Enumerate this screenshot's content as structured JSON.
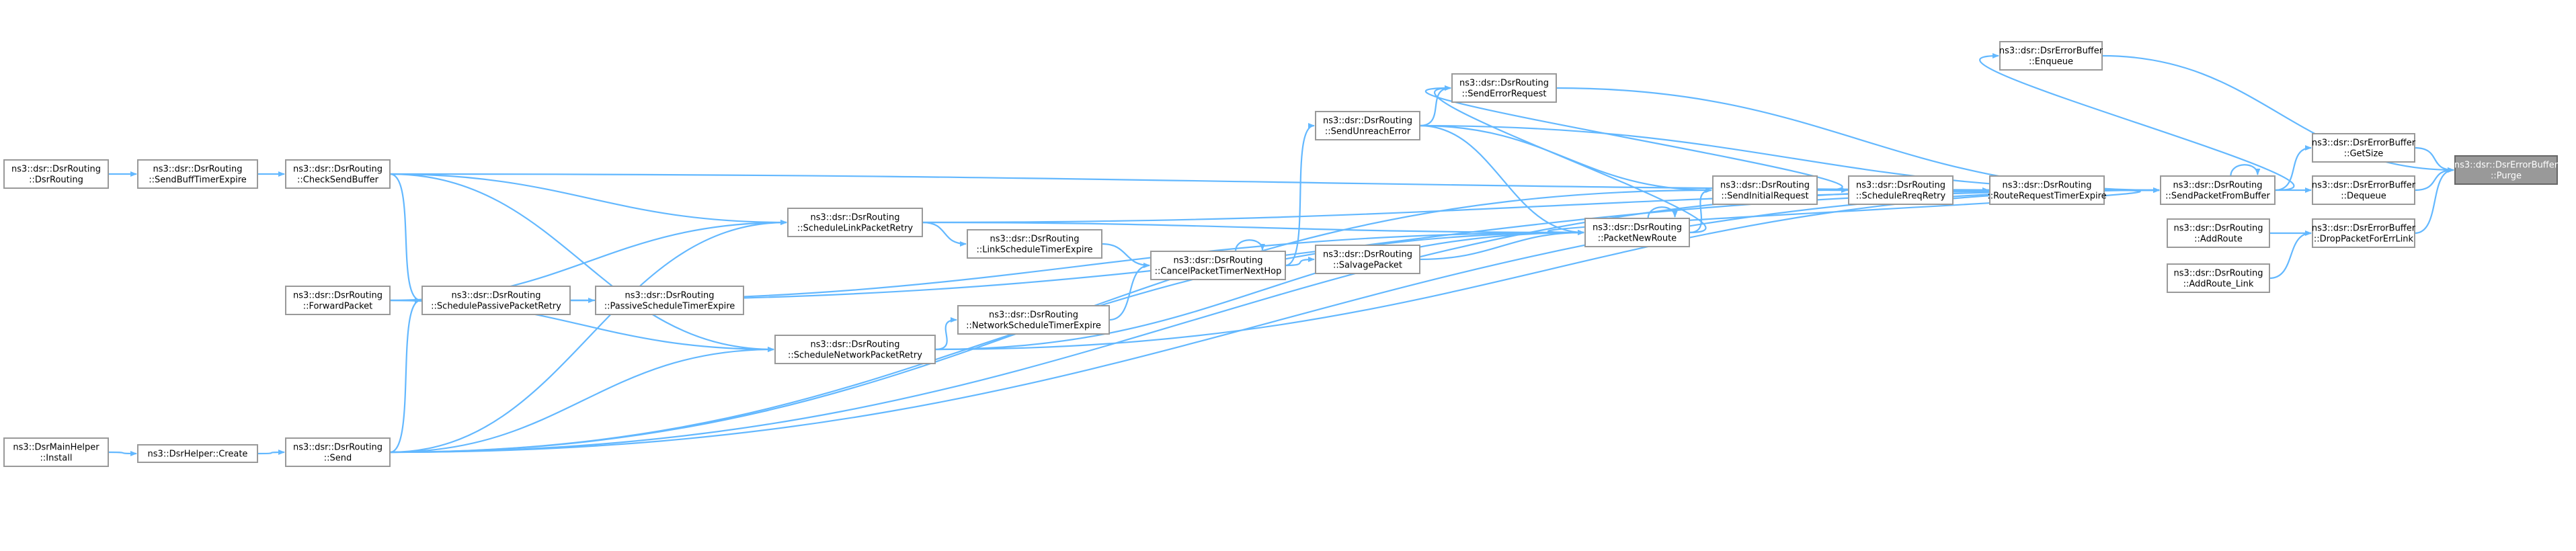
{
  "graph": {
    "nodes": [
      {
        "id": "purge",
        "lines": [
          "ns3::dsr::DsrErrorBuffer",
          "::Purge"
        ],
        "root": true
      },
      {
        "id": "enqueue",
        "lines": [
          "ns3::dsr::DsrErrorBuffer",
          "::Enqueue"
        ]
      },
      {
        "id": "getsize",
        "lines": [
          "ns3::dsr::DsrErrorBuffer",
          "::GetSize"
        ]
      },
      {
        "id": "dequeue",
        "lines": [
          "ns3::dsr::DsrErrorBuffer",
          "::Dequeue"
        ]
      },
      {
        "id": "dropforerr",
        "lines": [
          "ns3::dsr::DsrErrorBuffer",
          "::DropPacketForErrLink"
        ]
      },
      {
        "id": "addroute",
        "lines": [
          "ns3::dsr::DsrRouting",
          "::AddRoute"
        ]
      },
      {
        "id": "addroutelink",
        "lines": [
          "ns3::dsr::DsrRouting",
          "::AddRoute_Link"
        ]
      },
      {
        "id": "sendpktfrombuf",
        "lines": [
          "ns3::dsr::DsrRouting",
          "::SendPacketFromBuffer"
        ]
      },
      {
        "id": "routereqtimer",
        "lines": [
          "ns3::dsr::DsrRouting",
          "::RouteRequestTimerExpire"
        ]
      },
      {
        "id": "schedreqretry",
        "lines": [
          "ns3::dsr::DsrRouting",
          "::ScheduleRreqRetry"
        ]
      },
      {
        "id": "sendinitreq",
        "lines": [
          "ns3::dsr::DsrRouting",
          "::SendInitialRequest"
        ]
      },
      {
        "id": "packetnewroute",
        "lines": [
          "ns3::dsr::DsrRouting",
          "::PacketNewRoute"
        ]
      },
      {
        "id": "senderrreq",
        "lines": [
          "ns3::dsr::DsrRouting",
          "::SendErrorRequest"
        ]
      },
      {
        "id": "sendunreach",
        "lines": [
          "ns3::dsr::DsrRouting",
          "::SendUnreachError"
        ]
      },
      {
        "id": "salvage",
        "lines": [
          "ns3::dsr::DsrRouting",
          "::SalvagePacket"
        ]
      },
      {
        "id": "cancelnexthop",
        "lines": [
          "ns3::dsr::DsrRouting",
          "::CancelPacketTimerNextHop"
        ]
      },
      {
        "id": "linkschedtimer",
        "lines": [
          "ns3::dsr::DsrRouting",
          "::LinkScheduleTimerExpire"
        ]
      },
      {
        "id": "netschedtimer",
        "lines": [
          "ns3::dsr::DsrRouting",
          "::NetworkScheduleTimerExpire"
        ]
      },
      {
        "id": "schedlinkretry",
        "lines": [
          "ns3::dsr::DsrRouting",
          "::ScheduleLinkPacketRetry"
        ]
      },
      {
        "id": "schednetretry",
        "lines": [
          "ns3::dsr::DsrRouting",
          "::ScheduleNetworkPacketRetry"
        ]
      },
      {
        "id": "passivetimer",
        "lines": [
          "ns3::dsr::DsrRouting",
          "::PassiveScheduleTimerExpire"
        ]
      },
      {
        "id": "schedpassive",
        "lines": [
          "ns3::dsr::DsrRouting",
          "::SchedulePassivePacketRetry"
        ]
      },
      {
        "id": "checksendbuf",
        "lines": [
          "ns3::dsr::DsrRouting",
          "::CheckSendBuffer"
        ]
      },
      {
        "id": "forwardpkt",
        "lines": [
          "ns3::dsr::DsrRouting",
          "::ForwardPacket"
        ]
      },
      {
        "id": "send",
        "lines": [
          "ns3::dsr::DsrRouting",
          "::Send"
        ]
      },
      {
        "id": "sendbufftimer",
        "lines": [
          "ns3::dsr::DsrRouting",
          "::SendBuffTimerExpire"
        ]
      },
      {
        "id": "dsrrouting",
        "lines": [
          "ns3::dsr::DsrRouting",
          "::DsrRouting"
        ]
      },
      {
        "id": "helpercreate",
        "lines": [
          "ns3::DsrHelper::Create"
        ]
      },
      {
        "id": "mainhelper",
        "lines": [
          "ns3::DsrMainHelper",
          "::Install"
        ]
      }
    ],
    "edges": [
      [
        "enqueue",
        "purge"
      ],
      [
        "getsize",
        "purge"
      ],
      [
        "dequeue",
        "purge"
      ],
      [
        "dropforerr",
        "purge"
      ],
      [
        "addroute",
        "dropforerr"
      ],
      [
        "addroutelink",
        "dropforerr"
      ],
      [
        "sendpktfrombuf",
        "enqueue"
      ],
      [
        "sendpktfrombuf",
        "getsize"
      ],
      [
        "sendpktfrombuf",
        "dequeue"
      ],
      [
        "sendpktfrombuf",
        "sendpktfrombuf"
      ],
      [
        "routereqtimer",
        "sendpktfrombuf"
      ],
      [
        "schedreqretry",
        "routereqtimer"
      ],
      [
        "sendinitreq",
        "schedreqretry"
      ],
      [
        "routereqtimer",
        "schedreqretry"
      ],
      [
        "packetnewroute",
        "sendinitreq"
      ],
      [
        "packetnewroute",
        "packetnewroute"
      ],
      [
        "routereqtimer",
        "packetnewroute"
      ],
      [
        "senderrreq",
        "sendpktfrombuf"
      ],
      [
        "sendinitreq",
        "senderrreq"
      ],
      [
        "packetnewroute",
        "senderrreq"
      ],
      [
        "sendunreach",
        "senderrreq"
      ],
      [
        "sendunreach",
        "sendpktfrombuf"
      ],
      [
        "sendunreach",
        "packetnewroute"
      ],
      [
        "sendunreach",
        "sendinitreq"
      ],
      [
        "salvage",
        "packetnewroute"
      ],
      [
        "cancelnexthop",
        "salvage"
      ],
      [
        "cancelnexthop",
        "sendunreach"
      ],
      [
        "cancelnexthop",
        "cancelnexthop"
      ],
      [
        "linkschedtimer",
        "cancelnexthop"
      ],
      [
        "netschedtimer",
        "cancelnexthop"
      ],
      [
        "schedlinkretry",
        "linkschedtimer"
      ],
      [
        "schedlinkretry",
        "packetnewroute"
      ],
      [
        "schedlinkretry",
        "sendpktfrombuf"
      ],
      [
        "schednetretry",
        "netschedtimer"
      ],
      [
        "schednetretry",
        "packetnewroute"
      ],
      [
        "schednetretry",
        "sendpktfrombuf"
      ],
      [
        "schedpassive",
        "passivetimer"
      ],
      [
        "schedpassive",
        "packetnewroute"
      ],
      [
        "schedpassive",
        "sendpktfrombuf"
      ],
      [
        "checksendbuf",
        "sendpktfrombuf"
      ],
      [
        "checksendbuf",
        "schedlinkretry"
      ],
      [
        "checksendbuf",
        "schednetretry"
      ],
      [
        "checksendbuf",
        "schedpassive"
      ],
      [
        "forwardpkt",
        "schedlinkretry"
      ],
      [
        "forwardpkt",
        "schedpassive"
      ],
      [
        "forwardpkt",
        "schednetretry"
      ],
      [
        "send",
        "schedlinkretry"
      ],
      [
        "send",
        "schedpassive"
      ],
      [
        "send",
        "schednetretry"
      ],
      [
        "send",
        "sendinitreq"
      ],
      [
        "send",
        "packetnewroute"
      ],
      [
        "send",
        "sendpktfrombuf"
      ],
      [
        "send",
        "routereqtimer"
      ],
      [
        "sendbufftimer",
        "checksendbuf"
      ],
      [
        "dsrrouting",
        "sendbufftimer"
      ],
      [
        "helpercreate",
        "send"
      ],
      [
        "mainhelper",
        "helpercreate"
      ]
    ]
  }
}
